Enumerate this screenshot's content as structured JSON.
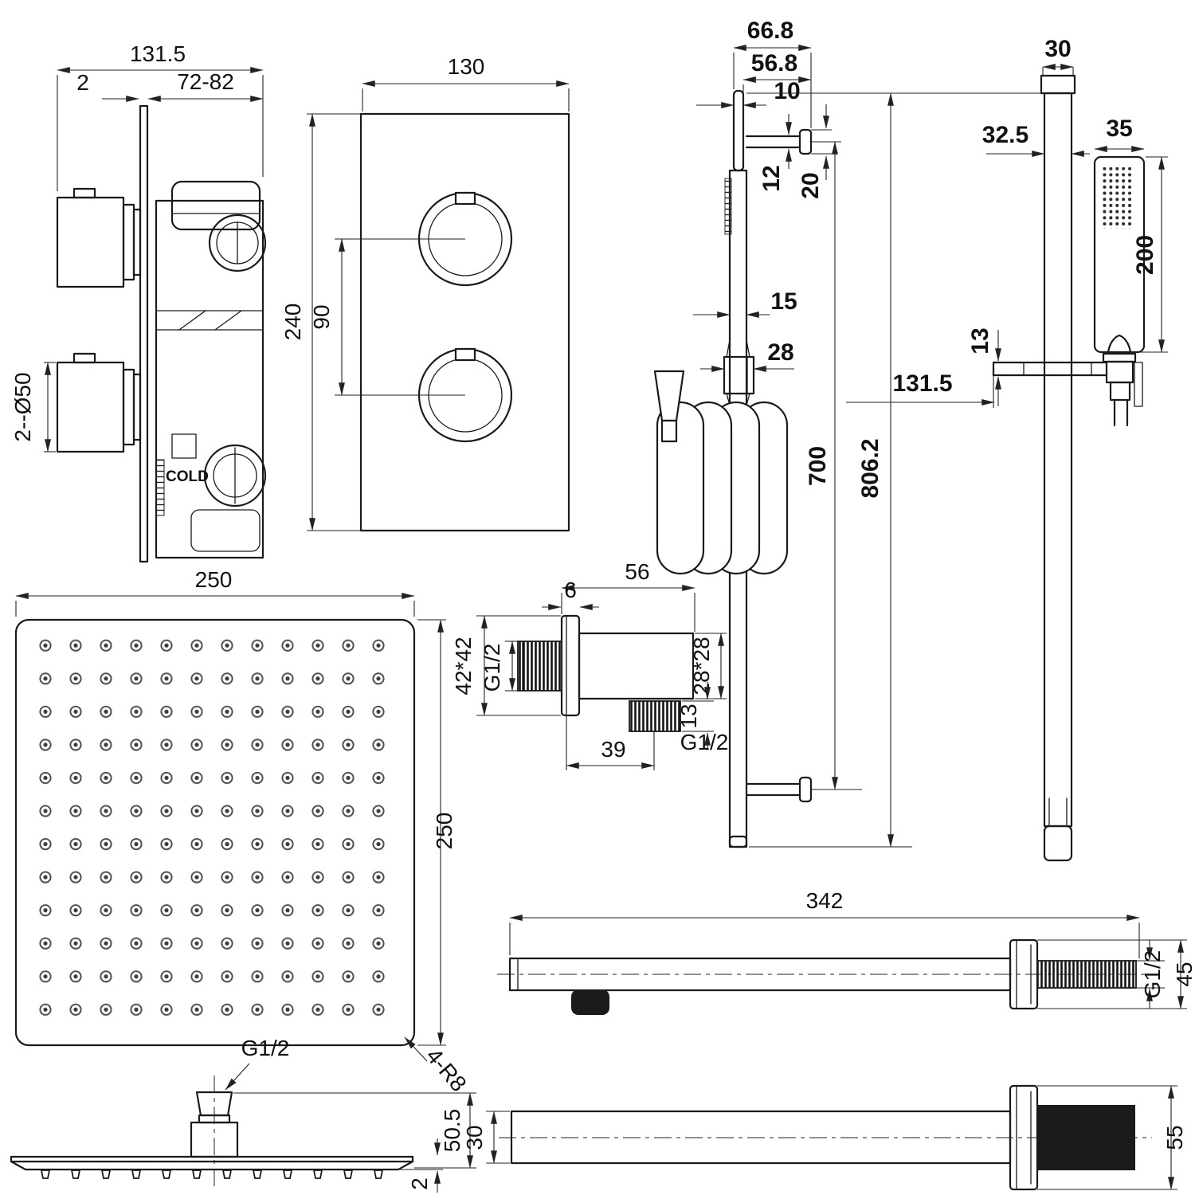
{
  "page": {
    "background": "#ffffff",
    "ink": "#1a1a1a"
  },
  "drawings": {
    "valve_side": {
      "width_total": "131.5",
      "plate_offset": "2",
      "depth_range": "72-82",
      "handle_diameter": "2--Ø50",
      "cold_label": "COLD"
    },
    "valve_front": {
      "width": "130",
      "height": "240",
      "handle_spacing": "90"
    },
    "rail_front": {
      "bracket_total": "66.8",
      "bracket_depth": "56.8",
      "tube_diameter": "10",
      "arm_thickness": "12",
      "cap_height": "20",
      "rail_diameter": "15",
      "slider_width": "28",
      "bracket_span": "700",
      "overall_height": "806.2"
    },
    "rail_side": {
      "cap_width": "30",
      "rail_width": "32.5",
      "handset_width": "35",
      "handset_length": "200",
      "bracket_thickness": "13",
      "bracket_reach": "131.5"
    },
    "elbow": {
      "body_length": "56",
      "flange_thickness": "6",
      "flange_size": "42*42",
      "inlet_thread": "G1/2",
      "body_size": "28*28",
      "outlet_length": "13",
      "outlet_thread": "G1/2",
      "outlet_offset": "39"
    },
    "head_top": {
      "width": "250",
      "depth": "250",
      "corner_note": "4-R8"
    },
    "head_side": {
      "thread": "G1/2",
      "connector_height": "50.5",
      "edge_thickness": "2"
    },
    "arm_top": {
      "length": "342",
      "thread": "G1/2",
      "flange_height": "45"
    },
    "arm_side": {
      "bar_height": "30",
      "flange_height": "55"
    }
  }
}
